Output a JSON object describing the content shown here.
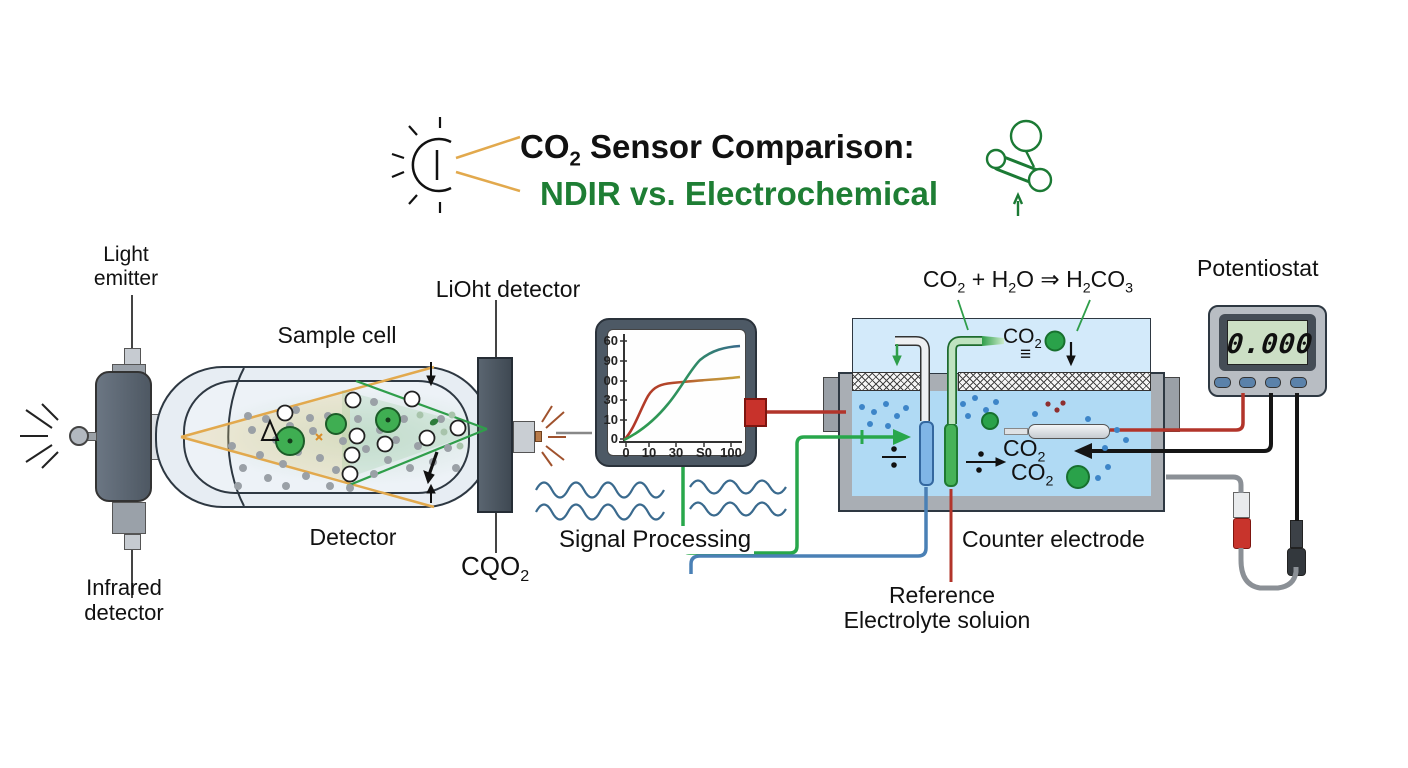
{
  "title": {
    "part1": "CO",
    "sub1": "2",
    "part2": " Sensor Comparison:",
    "line2": "NDIR vs. Electrochemical"
  },
  "ndir": {
    "light_emitter_l1": "Light",
    "light_emitter_l2": "emitter",
    "sample_cell": "Sample cell",
    "light_detector": "LiOht detector",
    "detector": "Detector",
    "co2_main": "CQO",
    "co2_sub": "2",
    "infrared_l1": "Infrared",
    "infrared_l2": "detector",
    "delta_symbol": "Δ"
  },
  "graph": {
    "y_ticks": [
      "60",
      "90",
      "00",
      "30",
      "10",
      "0"
    ],
    "x_ticks": [
      "0",
      "10",
      "30",
      "S0",
      "100"
    ]
  },
  "signal_processing": "Signal Processing",
  "cell": {
    "formula": {
      "f1": "CO",
      "s1": "2",
      "f2": " + H",
      "s2": "2",
      "f3": "O ⇒ H",
      "s3": "2",
      "f4": "CO",
      "s4": "3"
    },
    "co2_inlet_main": "CO",
    "co2_inlet_sub": "2",
    "equiv": "≡",
    "co2_a_main": "CO",
    "co2_a_sub": "2",
    "co2_b_main": "CO",
    "co2_b_sub": "2",
    "counter_electrode": "Counter electrode",
    "reference": "Reference",
    "electrolyte": "Electrolyte soluion"
  },
  "potentiostat": {
    "label": "Potentiostat",
    "display_value": "0.000"
  },
  "colors": {
    "title_green": "#1e7e34",
    "beam_orange": "#e2a94d",
    "beam_green": "#2f9e4a",
    "wire_green": "#28a74b",
    "wire_red": "#b2342a",
    "wire_blue": "#4a80b5",
    "wire_gray": "#8b9096",
    "liquid_blue": "#b0daf4",
    "lcd_green": "#ccdfc5"
  },
  "chart_data": {
    "type": "line",
    "title": "",
    "xlabel": "",
    "ylabel": "",
    "x_tick_labels_as_rendered": [
      "0",
      "10",
      "30",
      "S0",
      "100"
    ],
    "y_tick_labels_as_rendered": [
      "60",
      "90",
      "00",
      "30",
      "10",
      "0"
    ],
    "series": [
      {
        "name": "red-orange response curve",
        "x": [
          0,
          10,
          20,
          30,
          50,
          100
        ],
        "y": [
          0,
          18,
          38,
          42,
          43,
          45
        ]
      },
      {
        "name": "green-blue sigmoid response curve",
        "x": [
          0,
          10,
          20,
          30,
          50,
          100
        ],
        "y": [
          0,
          5,
          14,
          28,
          52,
          64
        ]
      }
    ],
    "ylim": [
      0,
      70
    ],
    "legend": "none",
    "grid": false
  }
}
